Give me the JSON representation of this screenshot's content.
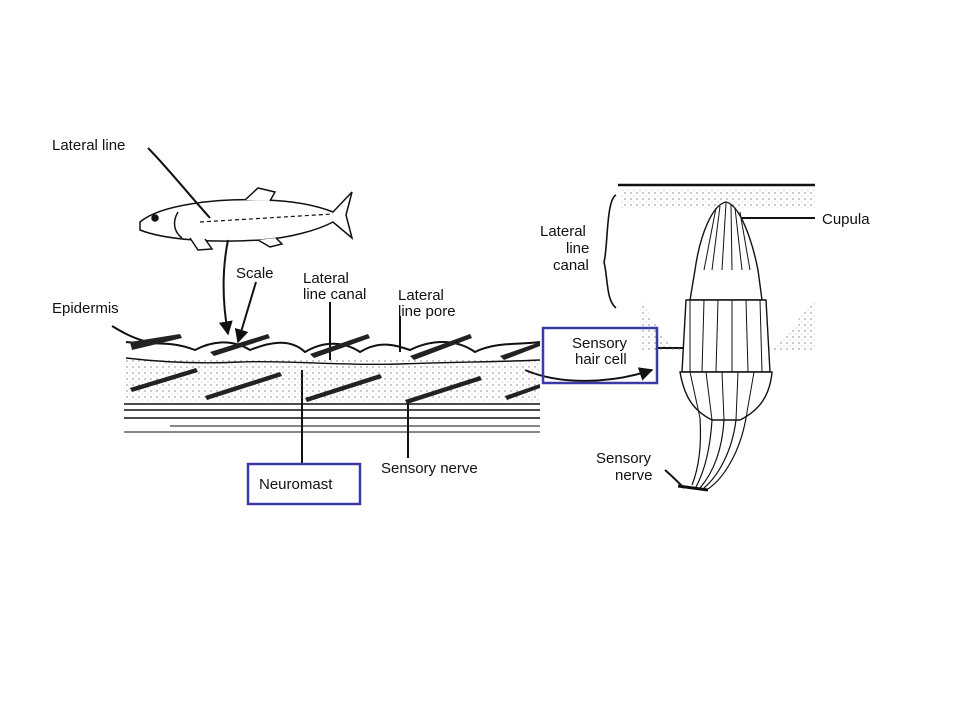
{
  "labels": {
    "lateral_line": "Lateral line",
    "scale": "Scale",
    "epidermis": "Epidermis",
    "lateral_line_canal_1": "Lateral",
    "lateral_line_canal_2": "line canal",
    "lateral_line_pore_1": "Lateral",
    "lateral_line_pore_2": "line pore",
    "neuromast": "Neuromast",
    "sensory_nerve_left": "Sensory nerve",
    "canal_detail_1": "Lateral",
    "canal_detail_2": "line",
    "canal_detail_3": "canal",
    "cupula": "Cupula",
    "hair_cell_1": "Sensory",
    "hair_cell_2": "hair cell",
    "sensory_nerve_right_1": "Sensory",
    "sensory_nerve_right_2": "nerve"
  },
  "colors": {
    "ink": "#111111",
    "highlight_box": "#3a3aa8",
    "stipple": "#777777"
  }
}
